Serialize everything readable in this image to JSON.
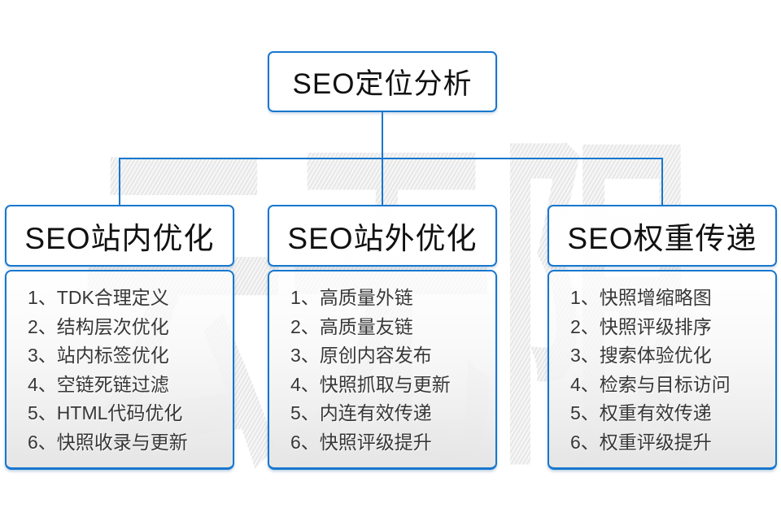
{
  "diagram": {
    "root_label": "SEO定位分析",
    "watermark_text": "云无限",
    "colors": {
      "line_blue": "#1777cf",
      "text_dark": "#373737",
      "watermark_gray": "#ececec"
    },
    "columns": [
      {
        "title": "SEO站内优化",
        "items": [
          "1、TDK合理定义",
          "2、结构层次优化",
          "3、站内标签优化",
          "4、空链死链过滤",
          "5、HTML代码优化",
          "6、快照收录与更新"
        ]
      },
      {
        "title": "SEO站外优化",
        "items": [
          "1、高质量外链",
          "2、高质量友链",
          "3、原创内容发布",
          "4、快照抓取与更新",
          "5、内连有效传递",
          "6、快照评级提升"
        ]
      },
      {
        "title": "SEO权重传递",
        "items": [
          "1、快照增缩略图",
          "2、快照评级排序",
          "3、搜索体验优化",
          "4、检索与目标访问",
          "5、权重有效传递",
          "6、权重评级提升"
        ]
      }
    ]
  }
}
